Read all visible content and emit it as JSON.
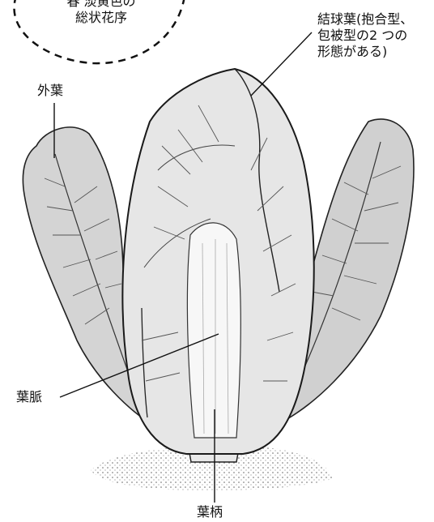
{
  "labels": {
    "flower": {
      "line1": "春 淡黄色の",
      "line2": "総状花序"
    },
    "head_leaf": {
      "line1": "結球葉(抱合型、",
      "line2": "包被型の2 つの",
      "line3": "形態がある)"
    },
    "outer_leaf": "外葉",
    "vein": "葉脈",
    "petiole": "葉柄"
  }
}
